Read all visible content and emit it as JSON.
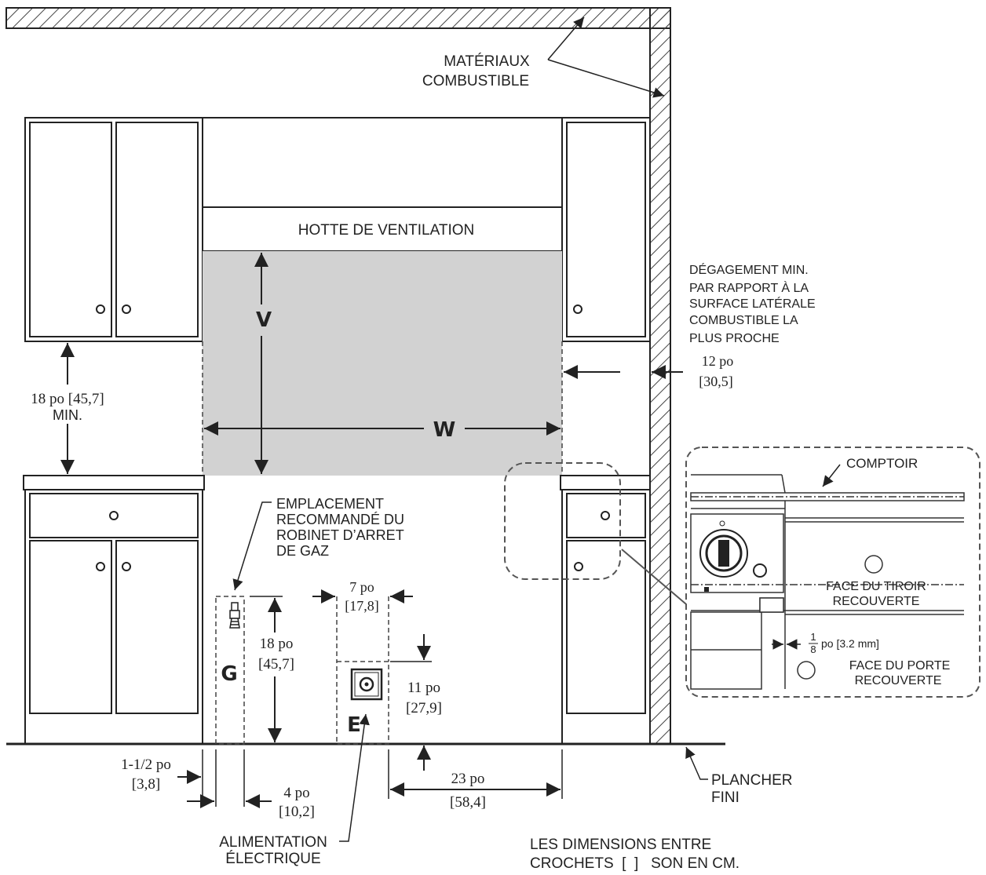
{
  "labels": {
    "materiaux_1": "MATÉRIAUX",
    "materiaux_2": "COMBUSTIBLE",
    "hotte": "HOTTE DE VENTILATION",
    "degagement": [
      "DÉGAGEMENT MIN.",
      "PAR RAPPORT À LA",
      "SURFACE LATÉRALE",
      "COMBUSTIBLE LA",
      "PLUS PROCHE"
    ],
    "v": "V",
    "w": "W",
    "g": "G",
    "e": "E",
    "emplacement": [
      "EMPLACEMENT",
      "RECOMMANDÉ DU",
      "ROBINET D’ARRET",
      "DE GAZ"
    ],
    "comptoir": "COMPTOIR",
    "tiroir": [
      "FACE DU TIROIR",
      "RECOUVERTE"
    ],
    "porte": [
      "FACE DU PORTE",
      "RECOUVERTE"
    ],
    "frac_num": "1",
    "frac_den": "8",
    "frac_unit": "po [3.2 mm]",
    "plancher": [
      "PLANCHER",
      "FINI"
    ],
    "alimentation": [
      "ALIMENTATION",
      "ÉLECTRIQUE"
    ],
    "note": [
      "LES DIMENSIONS ENTRE",
      "CROCHETS  [  ]   SON EN CM."
    ]
  },
  "dimensions": {
    "d18_left": [
      "18 po [45,7]",
      "MIN."
    ],
    "d12": [
      "12 po",
      "[30,5]"
    ],
    "d7": [
      "7 po",
      "[17,8]"
    ],
    "d18_gas": [
      "18 po",
      "[45,7]"
    ],
    "d11": [
      "11 po",
      "[27,9]"
    ],
    "d1_5": [
      "1-1/2 po",
      "[3,8]"
    ],
    "d4": [
      "4 po",
      "[10,2]"
    ],
    "d23": [
      "23 po",
      "[58,4]"
    ]
  }
}
